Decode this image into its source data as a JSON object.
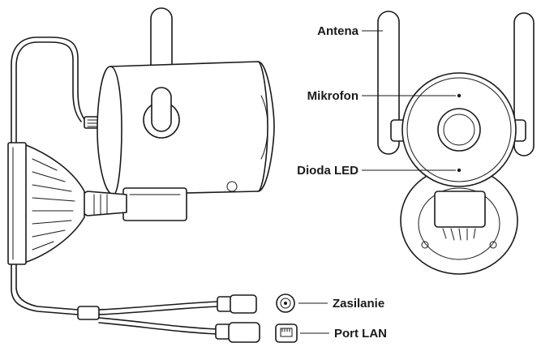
{
  "labels": {
    "antenna": "Antena",
    "microphone": "Mikrofon",
    "led": "Dioda LED",
    "power": "Zasilanie",
    "lan": "Port LAN"
  }
}
